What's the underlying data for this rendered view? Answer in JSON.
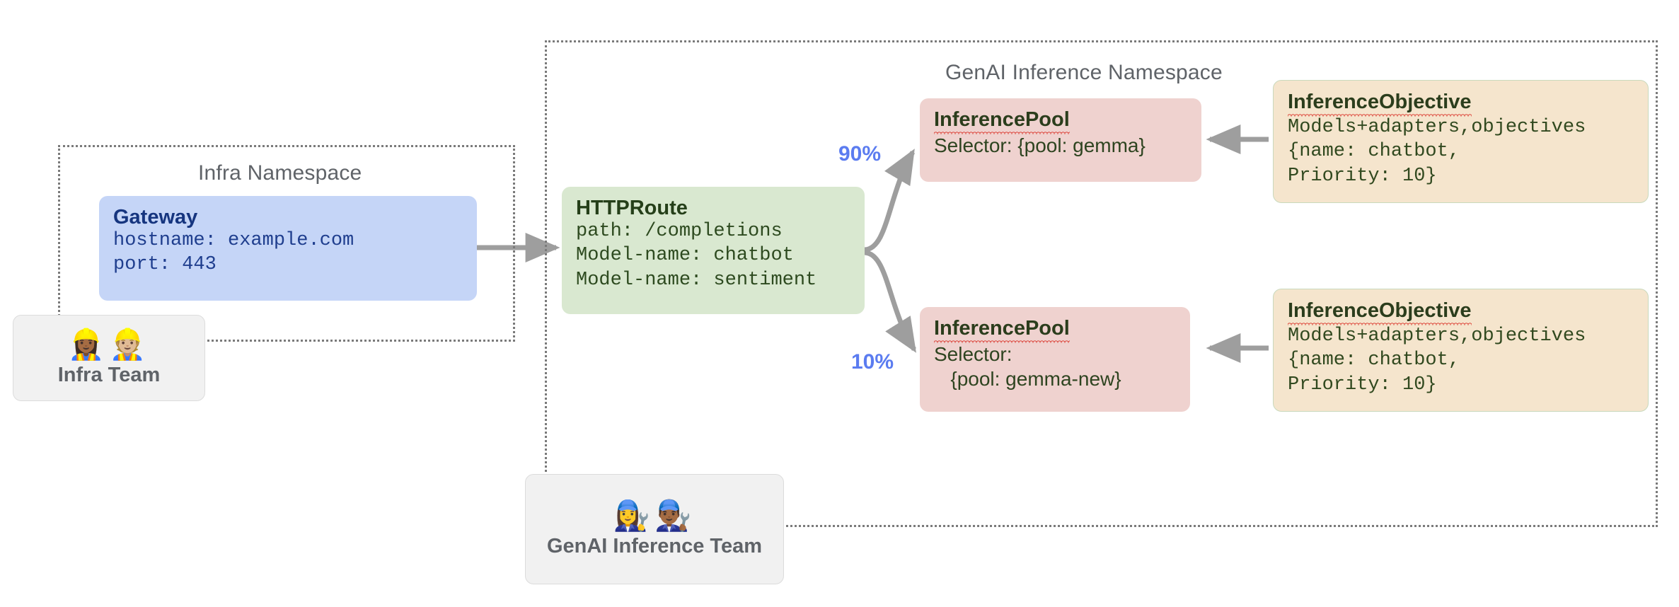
{
  "diagram": {
    "title": "Gateway API Inference Extension topology",
    "colors": {
      "gateway_fill": "#c5d5f7",
      "httproute_fill": "#d9e8d0",
      "inferencepool_fill": "#efd2cf",
      "inferenceobjective_fill": "#f5e5cd",
      "team_fill": "#f1f1f1",
      "namespace_border": "#7a7a7a",
      "arrow": "#9e9e9e",
      "percent_label": "#5b7cf0",
      "namespace_title": "#5f6368"
    }
  },
  "namespaces": [
    {
      "id": "infra",
      "label": "Infra Namespace"
    },
    {
      "id": "genai",
      "label": "GenAI Inference Namespace"
    }
  ],
  "nodes": {
    "gateway": {
      "kind": "Gateway",
      "lines": [
        "hostname: example.com",
        "port: 443"
      ]
    },
    "httproute": {
      "kind": "HTTPRoute",
      "lines": [
        "path: /completions",
        "Model-name: chatbot",
        "Model-name: sentiment"
      ]
    },
    "pool_gemma": {
      "kind": "InferencePool",
      "lines": [
        "Selector: {pool: gemma}"
      ]
    },
    "pool_gemma_new": {
      "kind": "InferencePool",
      "lines": [
        "Selector:",
        "   {pool: gemma-new}"
      ]
    },
    "objective_top": {
      "kind": "InferenceObjective",
      "lines": [
        "Models+adapters,objectives",
        "{name: chatbot,",
        "Priority: 10}"
      ]
    },
    "objective_bottom": {
      "kind": "InferenceObjective",
      "lines": [
        "Models+adapters,objectives",
        "{name: chatbot,",
        "Priority: 10}"
      ]
    }
  },
  "teams": [
    {
      "id": "infra-team",
      "label": "Infra Team",
      "emojis": "👷🏾‍♀️👷🏼"
    },
    {
      "id": "genai-team",
      "label": "GenAI Inference Team",
      "emojis": "👩‍🔧👨🏾‍🔧"
    }
  ],
  "traffic_split": {
    "top_weight": "90%",
    "bottom_weight": "10%"
  },
  "edges": [
    {
      "id": "gateway-to-httproute",
      "from": "gateway",
      "to": "httproute",
      "label": ""
    },
    {
      "id": "httproute-to-pool-gemma",
      "from": "httproute",
      "to": "pool_gemma",
      "label": "90%"
    },
    {
      "id": "httproute-to-pool-gemma-new",
      "from": "httproute",
      "to": "pool_gemma_new",
      "label": "10%"
    },
    {
      "id": "objective-top-to-pool-gemma",
      "from": "objective_top",
      "to": "pool_gemma",
      "label": ""
    },
    {
      "id": "objective-bottom-to-pool-gemma-new",
      "from": "objective_bottom",
      "to": "pool_gemma_new",
      "label": ""
    }
  ]
}
